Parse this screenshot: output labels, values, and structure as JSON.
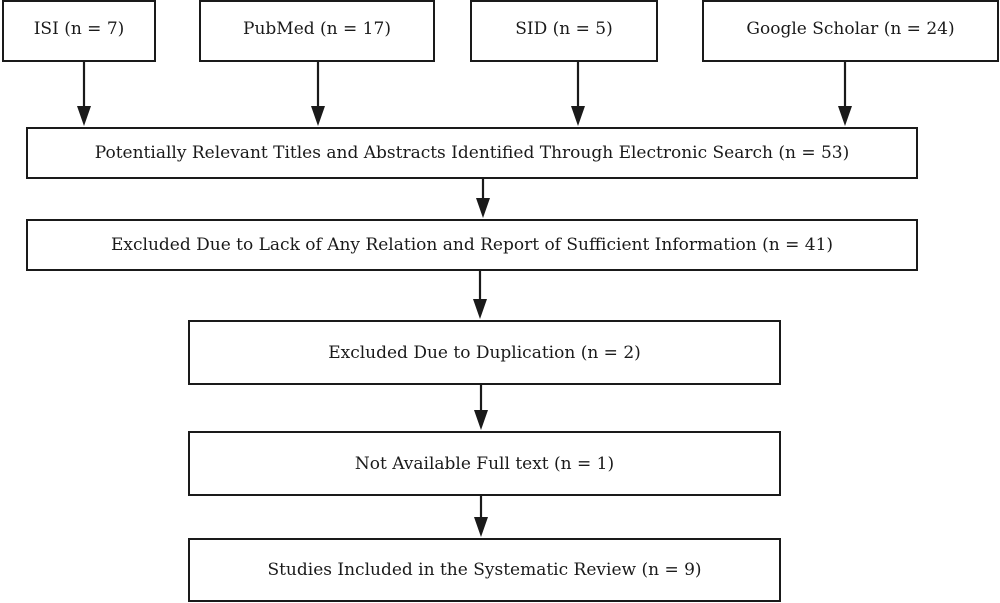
{
  "sources": {
    "isi": "ISI (n = 7)",
    "pubmed": "PubMed (n = 17)",
    "sid": "SID (n = 5)",
    "google": "Google Scholar (n = 24)"
  },
  "steps": {
    "titles": "Potentially Relevant Titles and Abstracts Identified Through Electronic Search (n = 53)",
    "lack": "Excluded Due to Lack of Any Relation and Report of Sufficient Information (n = 41)",
    "duplication": "Excluded Due to Duplication (n = 2)",
    "fulltext": "Not Available Full text (n = 1)",
    "included": "Studies Included in the Systematic Review (n = 9)"
  }
}
